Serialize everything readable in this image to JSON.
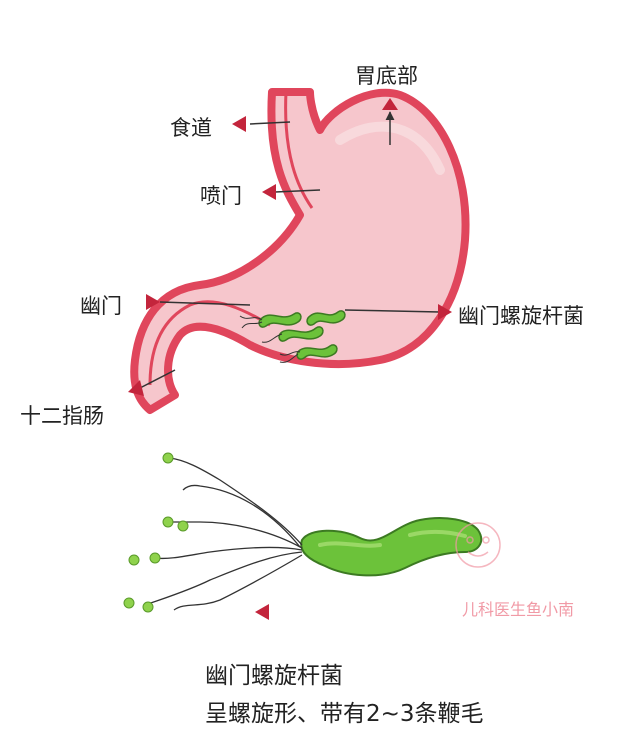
{
  "labels": {
    "fundus": "胃底部",
    "esophagus": "食道",
    "cardia": "喷门",
    "pylorus": "幽门",
    "hp": "幽门螺旋杆菌",
    "duodenum": "十二指肠"
  },
  "caption": {
    "line1": "幽门螺旋杆菌",
    "line2": "呈螺旋形、带有2~3条鞭毛"
  },
  "watermark": "儿科医生鱼小南",
  "colors": {
    "stomach_wall": "#e0465c",
    "stomach_fill": "#f6c6cc",
    "bacterium": "#6cc23a",
    "flagella_tip": "#8fd24c",
    "arrow": "#c3253c"
  }
}
